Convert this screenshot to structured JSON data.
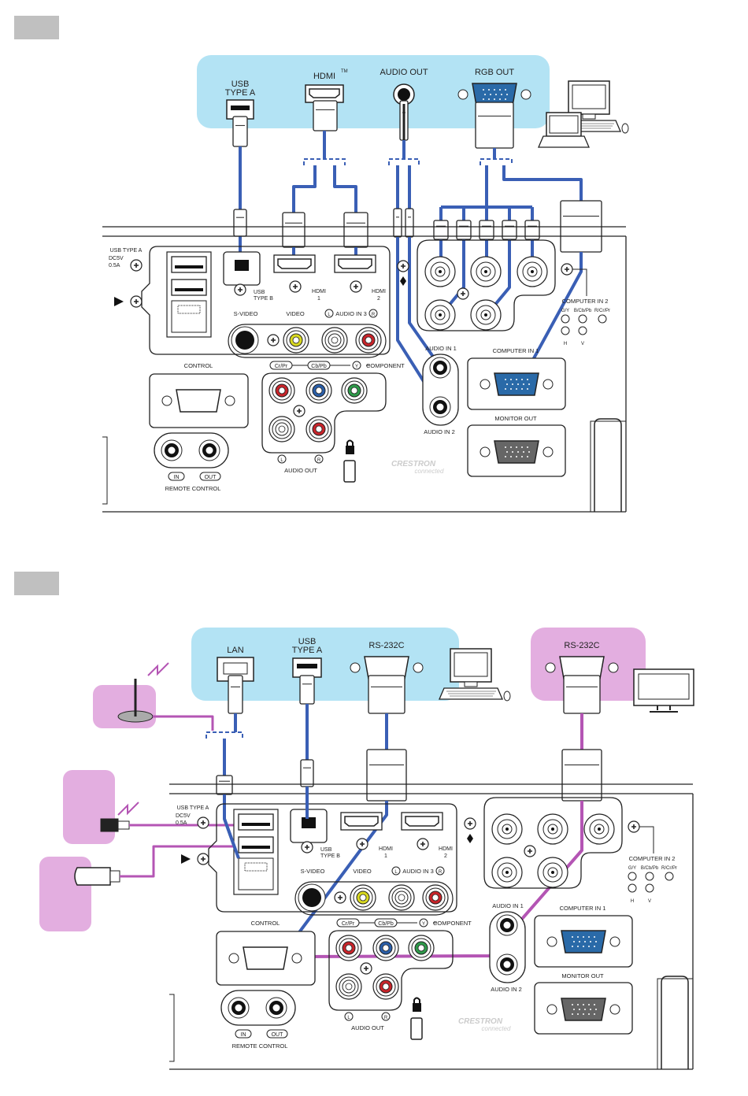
{
  "colors": {
    "highlight_blue": "#b3e3f4",
    "highlight_pink": "#e3aee0",
    "cable_blue": "#3a5fb5",
    "cable_pink": "#b455b4",
    "section_marker": "#c0c0c0",
    "video_yellow": "#d8d820",
    "rca_red": "#c8242a",
    "rca_blue": "#2a5ea8",
    "rca_green": "#2e9a4a",
    "vga_blue": "#2a6aa8"
  },
  "projector_panel": {
    "usb_type_a": [
      "USB TYPE A",
      "DC5V",
      "0.5A"
    ],
    "usb_type_b": [
      "USB",
      "TYPE B"
    ],
    "hdmi1": [
      "HDMI",
      "1"
    ],
    "hdmi2": [
      "HDMI",
      "2"
    ],
    "s_video": "S-VIDEO",
    "video": "VIDEO",
    "audio_in3": "AUDIO IN 3",
    "left": "L",
    "right": "R",
    "control": "CONTROL",
    "cr_pr": "Cr/Pr",
    "cb_pb": "Cb/Pb",
    "y": "Y",
    "component": "COMPONENT",
    "audio_out": "AUDIO OUT",
    "remote_in": "IN",
    "remote_out": "OUT",
    "remote_control": "REMOTE CONTROL",
    "audio_in1": "AUDIO IN 1",
    "audio_in2": "AUDIO IN 2",
    "computer_in1": "COMPUTER IN 1",
    "computer_in2": "COMPUTER IN 2",
    "gy": "G/Y",
    "bcbpb": "B/Cb/Pb",
    "rcrpr": "R/Cr/Pr",
    "h": "H",
    "v": "V",
    "monitor_out": "MONITOR OUT",
    "crestron_logo": [
      "CRESTRON",
      "connected"
    ]
  },
  "panel1": {
    "usb_type_a": [
      "USB",
      "TYPE A"
    ],
    "hdmi": "HDMI",
    "hdmi_tm": "TM",
    "audio_out": "AUDIO OUT",
    "rgb_out": "RGB OUT"
  },
  "panel2": {
    "lan": "LAN",
    "usb_type_a": [
      "USB",
      "TYPE A"
    ],
    "rs232c_pc": "RS-232C",
    "rs232c_device": "RS-232C"
  }
}
